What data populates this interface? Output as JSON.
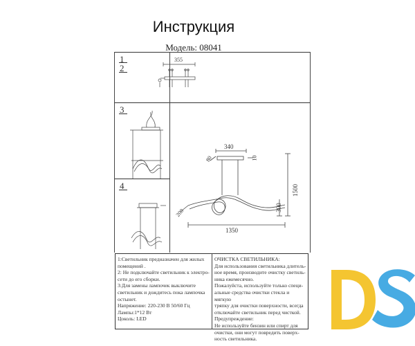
{
  "header": {
    "title": "Инструкция",
    "model": "Модель: 08041"
  },
  "steps": {
    "s1": "1",
    "s2": "2",
    "s3": "3",
    "s4": "4"
  },
  "step12": {
    "dim_top": "355"
  },
  "main_drawing": {
    "dim_width_top": "340",
    "dim_width_bottom": "1350",
    "dim_height_total": "1500",
    "dim_height_part": "300",
    "dim_left_small": "80",
    "dim_right_small": "10",
    "dim_diag": "200"
  },
  "notes_left": {
    "text": "1:Светильник предназначен для жилых\nпомещений .\n2: Не подключайте светильник к электро-\nсети до его сборки.\n3:Для замены лампочек выключите\nсветильник  и дождитесь пока лампочка\nостынет.\nНапряжение: 220-230 В 50/60 Гц\nЛампы:1*12 Вт\nЦоколь: LED"
  },
  "notes_right": {
    "text": "ОЧИСТКА СВЕТИЛЬНИКА:\nДля использования светильника длитель-\nное время, производите очистку светиль-\nника ежемесячно.\nПожалуйста, используйте только специ-\nальные средства очистки стекла и мягкую\nтряпку для очистки поверхности, всегда\nотключайте светильник перед чисткой.\nПредупреждение:\nНе используйте бензин или спирт для\nочистки, они могут повредить поверх-\nность светильника."
  },
  "brand": {
    "letters": "DS",
    "color_yellow": "#F4C531",
    "color_blue": "#3DA7E2"
  }
}
